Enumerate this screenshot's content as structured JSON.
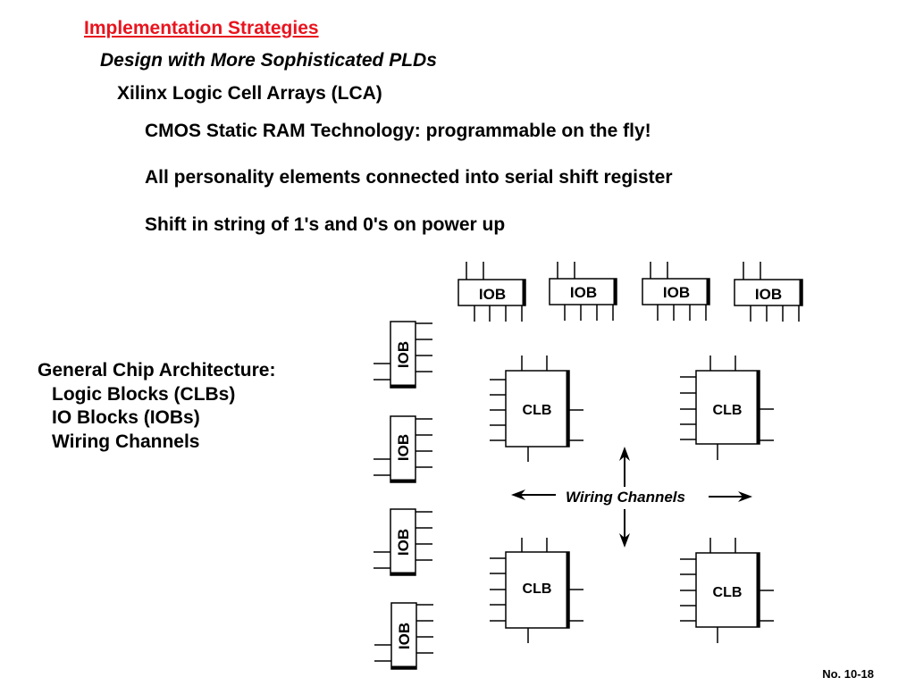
{
  "title": "Implementation Strategies",
  "subtitle": "Design with More Sophisticated PLDs",
  "subsubtitle": "Xilinx Logic Cell Arrays (LCA)",
  "bullets": [
    "CMOS Static RAM Technology: programmable on the fly!",
    "All personality elements connected into serial shift register",
    "Shift in string of 1's and 0's on power up"
  ],
  "architecture": {
    "heading": "General Chip Architecture:",
    "items": [
      "Logic Blocks (CLBs)",
      "IO Blocks (IOBs)",
      "Wiring Channels"
    ]
  },
  "diagram": {
    "iob_label": "IOB",
    "clb_label": "CLB",
    "wiring_label": "Wiring Channels"
  },
  "footer": "No. 10-18",
  "colors": {
    "title": "#e8141e"
  }
}
